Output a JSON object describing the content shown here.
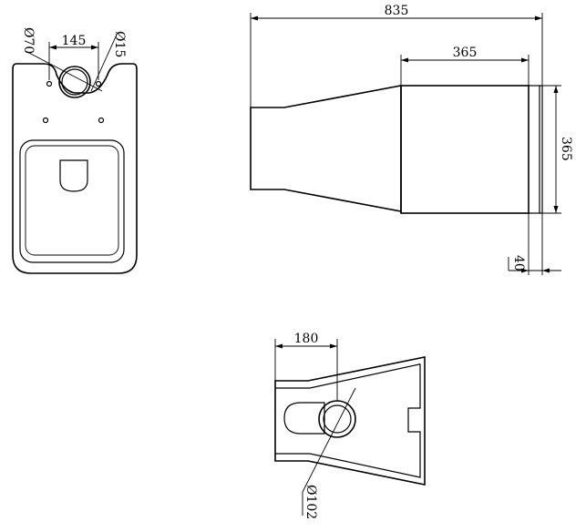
{
  "drawing": {
    "top_view": {
      "dim_width": "145",
      "dim_hole_left": "Ø70",
      "dim_hole_right": "Ø15"
    },
    "side_view": {
      "dim_length": "835",
      "dim_tank_length": "365",
      "dim_tank_height": "365",
      "dim_gap": "40"
    },
    "bottom_view": {
      "dim_offset": "180",
      "dim_outlet": "Ø102"
    }
  }
}
